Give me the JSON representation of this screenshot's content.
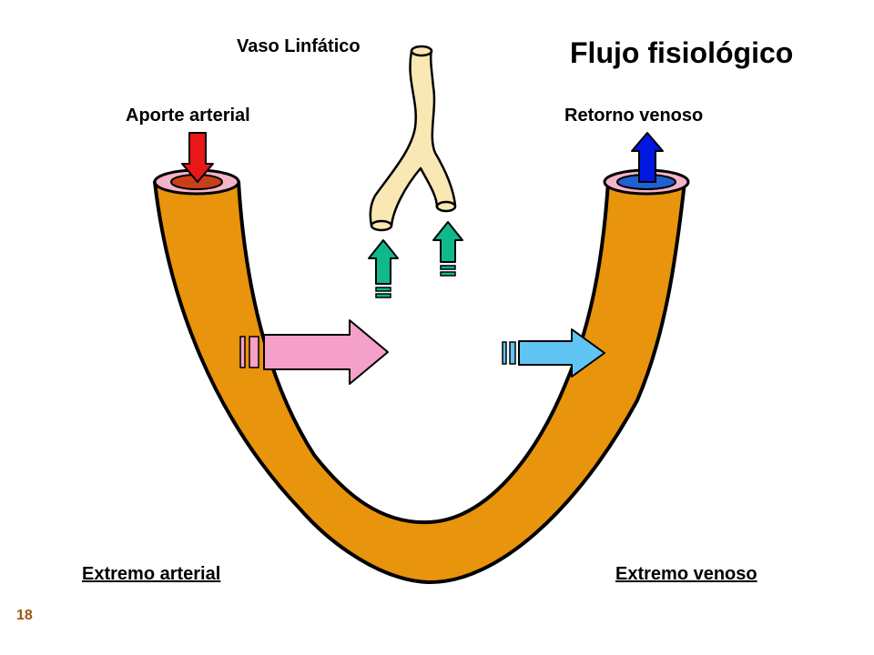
{
  "title": "Flujo fisiológico",
  "labels": {
    "lymphatic_vessel": "Vaso Linfático",
    "arterial_supply": "Aporte arterial",
    "venous_return": "Retorno venoso",
    "arterial_end": "Extremo arterial",
    "venous_end": "Extremo venoso"
  },
  "slide_number": "18",
  "colors": {
    "vessel": "#E8940C",
    "vessel_rim": "#F4B4C8",
    "arterial_lumen": "#C8401A",
    "venous_lumen": "#2060D0",
    "arterial_arrow": "#E81818",
    "venous_arrow": "#0018E0",
    "filtration_arrow": "#F4A0C8",
    "reabsorption_arrow": "#60C4F4",
    "lymph_arrow": "#10B88C",
    "lymph_vessel": "#FAE8B4",
    "slide_number_color": "#9A5A14"
  },
  "icons": {
    "arterial_in": "down-arrow-icon",
    "venous_out": "up-arrow-icon",
    "filtration": "right-arrow-icon",
    "reabsorption": "right-arrow-icon",
    "lymph_drain": "up-arrow-icon"
  }
}
